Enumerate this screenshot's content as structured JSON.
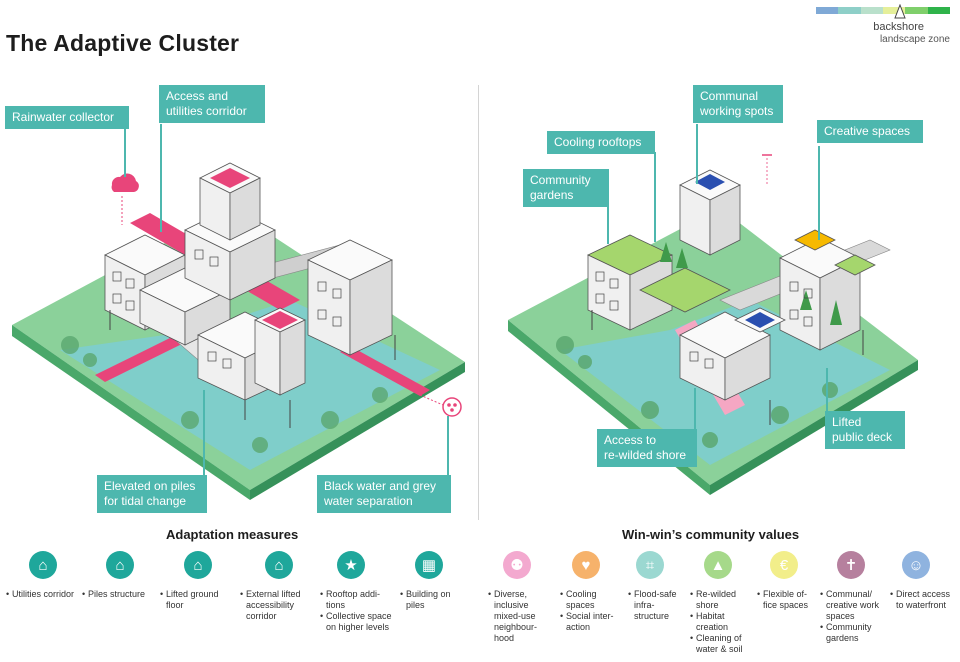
{
  "title": "The Adaptive Cluster",
  "zone": {
    "name": "backshore",
    "sub": "landscape zone",
    "colors": [
      "#7fa9d6",
      "#8ecfc8",
      "#b9e0cb",
      "#e5ef9a",
      "#7fcf6b",
      "#2fb34a"
    ]
  },
  "left": {
    "callouts": {
      "rainwater": "Rainwater collector",
      "access_1": "Access and",
      "access_2": "utilities corridor",
      "piles_1": "Elevated on piles",
      "piles_2": "for tidal change",
      "water_1": "Black water and grey",
      "water_2": "water separation"
    },
    "section_title": "Adaptation measures",
    "measures": [
      {
        "icon": "utilities-corridor-icon",
        "lines": [
          "Utilities corridor"
        ]
      },
      {
        "icon": "piles-structure-icon",
        "lines": [
          "Piles structure"
        ]
      },
      {
        "icon": "lifted-floor-icon",
        "lines": [
          "Lifted ground floor"
        ]
      },
      {
        "icon": "accessibility-corridor-icon",
        "lines": [
          "External lifted accessibility corridor"
        ]
      },
      {
        "icon": "rooftop-additions-icon",
        "lines": [
          "Rooftop addi-tions",
          "Collective space on higher levels"
        ]
      },
      {
        "icon": "building-on-piles-icon",
        "lines": [
          "Building on piles"
        ]
      }
    ]
  },
  "right": {
    "callouts": {
      "communal_1": "Communal",
      "communal_2": "working spots",
      "cooling": "Cooling rooftops",
      "creative": "Creative spaces",
      "gardens_1": "Community",
      "gardens_2": "gardens",
      "shore_1": "Access to",
      "shore_2": "re-wilded shore",
      "deck_1": "Lifted",
      "deck_2": "public deck"
    },
    "section_title": "Win-win’s community values",
    "values": [
      {
        "icon": "inclusive-neighbourhood-icon",
        "color": "#f3a9cf",
        "lines": [
          "Diverse, inclusive mixed-use neighbour-hood"
        ]
      },
      {
        "icon": "heart-icon",
        "color": "#f6b26b",
        "lines": [
          "Cooling spaces",
          "Social inter-action"
        ]
      },
      {
        "icon": "flood-safe-icon",
        "color": "#9bd8d1",
        "lines": [
          "Flood-safe infra-structure"
        ]
      },
      {
        "icon": "rewilded-shore-icon",
        "color": "#a6d98a",
        "lines": [
          "Re-wilded shore",
          "Habitat creation",
          "Cleaning of water & soil"
        ]
      },
      {
        "icon": "flexible-office-icon",
        "color": "#f2ee8a",
        "lines": [
          "Flexible of-fice spaces"
        ]
      },
      {
        "icon": "communal-creative-icon",
        "color": "#b6809e",
        "lines": [
          "Communal/ creative work spaces",
          "Community gardens"
        ]
      },
      {
        "icon": "waterfront-access-icon",
        "color": "#8fb3df",
        "lines": [
          "Direct access to waterfront"
        ]
      }
    ]
  }
}
